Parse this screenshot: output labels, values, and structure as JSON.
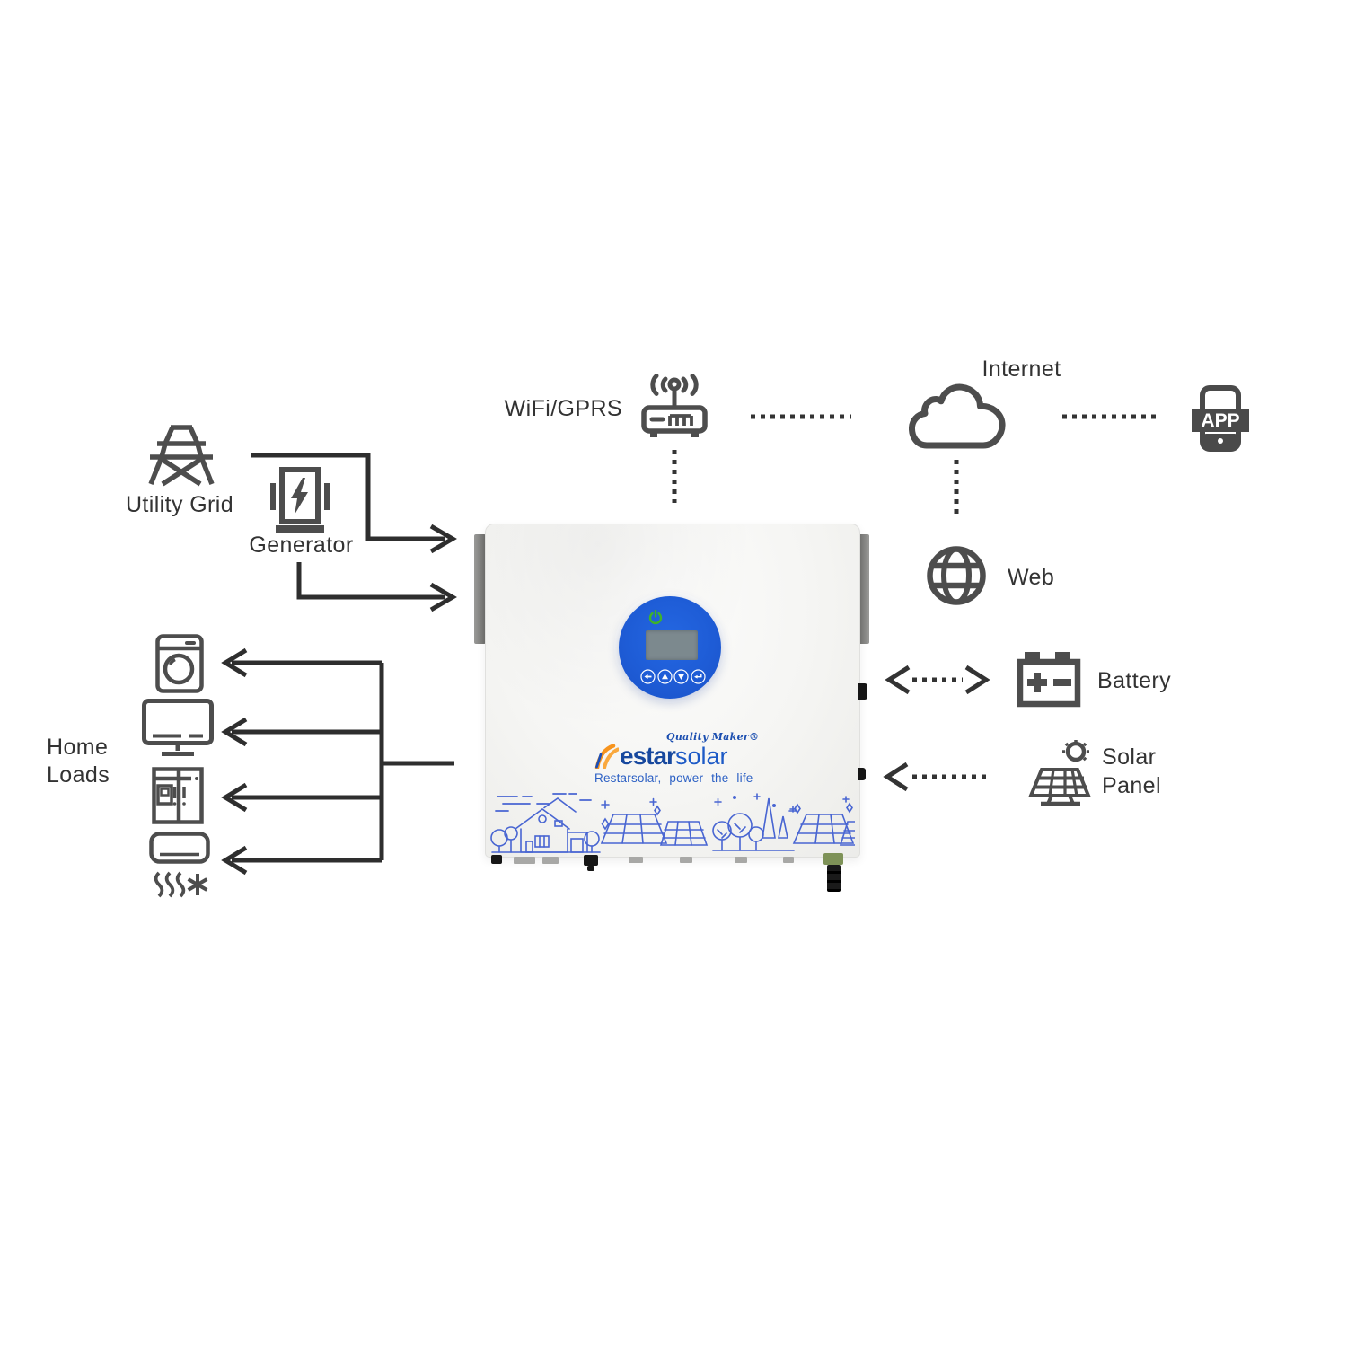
{
  "labels": {
    "wifi_gprs": "WiFi/GPRS",
    "internet": "Internet",
    "app_badge": "APP",
    "web": "Web",
    "battery": "Battery",
    "solar_line1": "Solar",
    "solar_line2": "Panel",
    "utility_grid": "Utility Grid",
    "generator": "Generator",
    "home_loads_line1": "Home",
    "home_loads_line2": "Loads"
  },
  "inverter": {
    "brand_script": "Quality Maker®",
    "brand_bold": "estar",
    "brand_light": "solar",
    "tagline": "Restarsolar, power the life"
  },
  "colors": {
    "icon_gray": "#4d4d4d",
    "line_dark": "#2e2e2e",
    "panel_blue": "#1e5cd6",
    "lcd_gray": "#7c898e",
    "logo_blue": "#1b4fa8",
    "logo_orange": "#f7941d",
    "power_green": "#3fb32a",
    "artwork_blue": "#4865d2",
    "connector_green": "#7e9257"
  },
  "icon_names": {
    "utility_grid": "transmission-tower-icon",
    "generator": "generator-icon",
    "washer": "washing-machine-icon",
    "monitor": "monitor-icon",
    "fridge": "refrigerator-icon",
    "ac": "air-conditioner-icon",
    "router": "wifi-router-icon",
    "cloud": "cloud-icon",
    "app": "app-phone-icon",
    "web": "globe-icon",
    "battery": "battery-icon",
    "solar": "solar-panel-icon",
    "power": "power-icon"
  }
}
